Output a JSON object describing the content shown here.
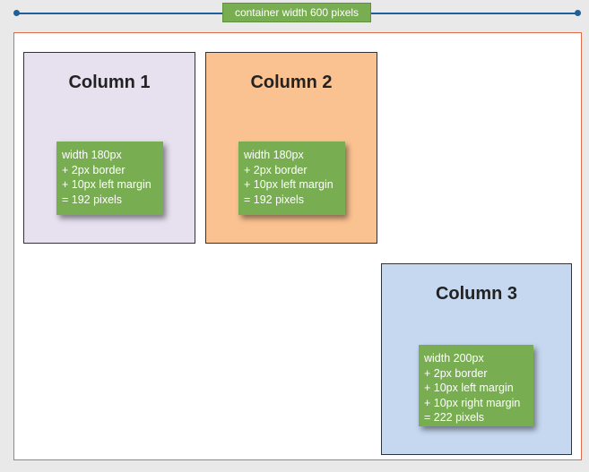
{
  "container_label": "container width 600 pixels",
  "columns": [
    {
      "title": "Column 1",
      "lines": [
        "width 180px",
        "+ 2px border",
        "+ 10px left margin",
        "= 192 pixels"
      ]
    },
    {
      "title": "Column 2",
      "lines": [
        "width 180px",
        "+ 2px border",
        "+ 10px left margin",
        "= 192 pixels"
      ]
    },
    {
      "title": "Column 3",
      "lines": [
        "width 200px",
        "+ 2px border",
        "+ 10px left margin",
        "+ 10px right margin",
        "= 222 pixels"
      ]
    }
  ],
  "colors": {
    "column1": "#e6e0ef",
    "column2": "#fbc291",
    "column3": "#c5d8f0",
    "note": "#78ad52",
    "dimension_line": "#1f5f9a",
    "container_border": "#e06a4a"
  }
}
